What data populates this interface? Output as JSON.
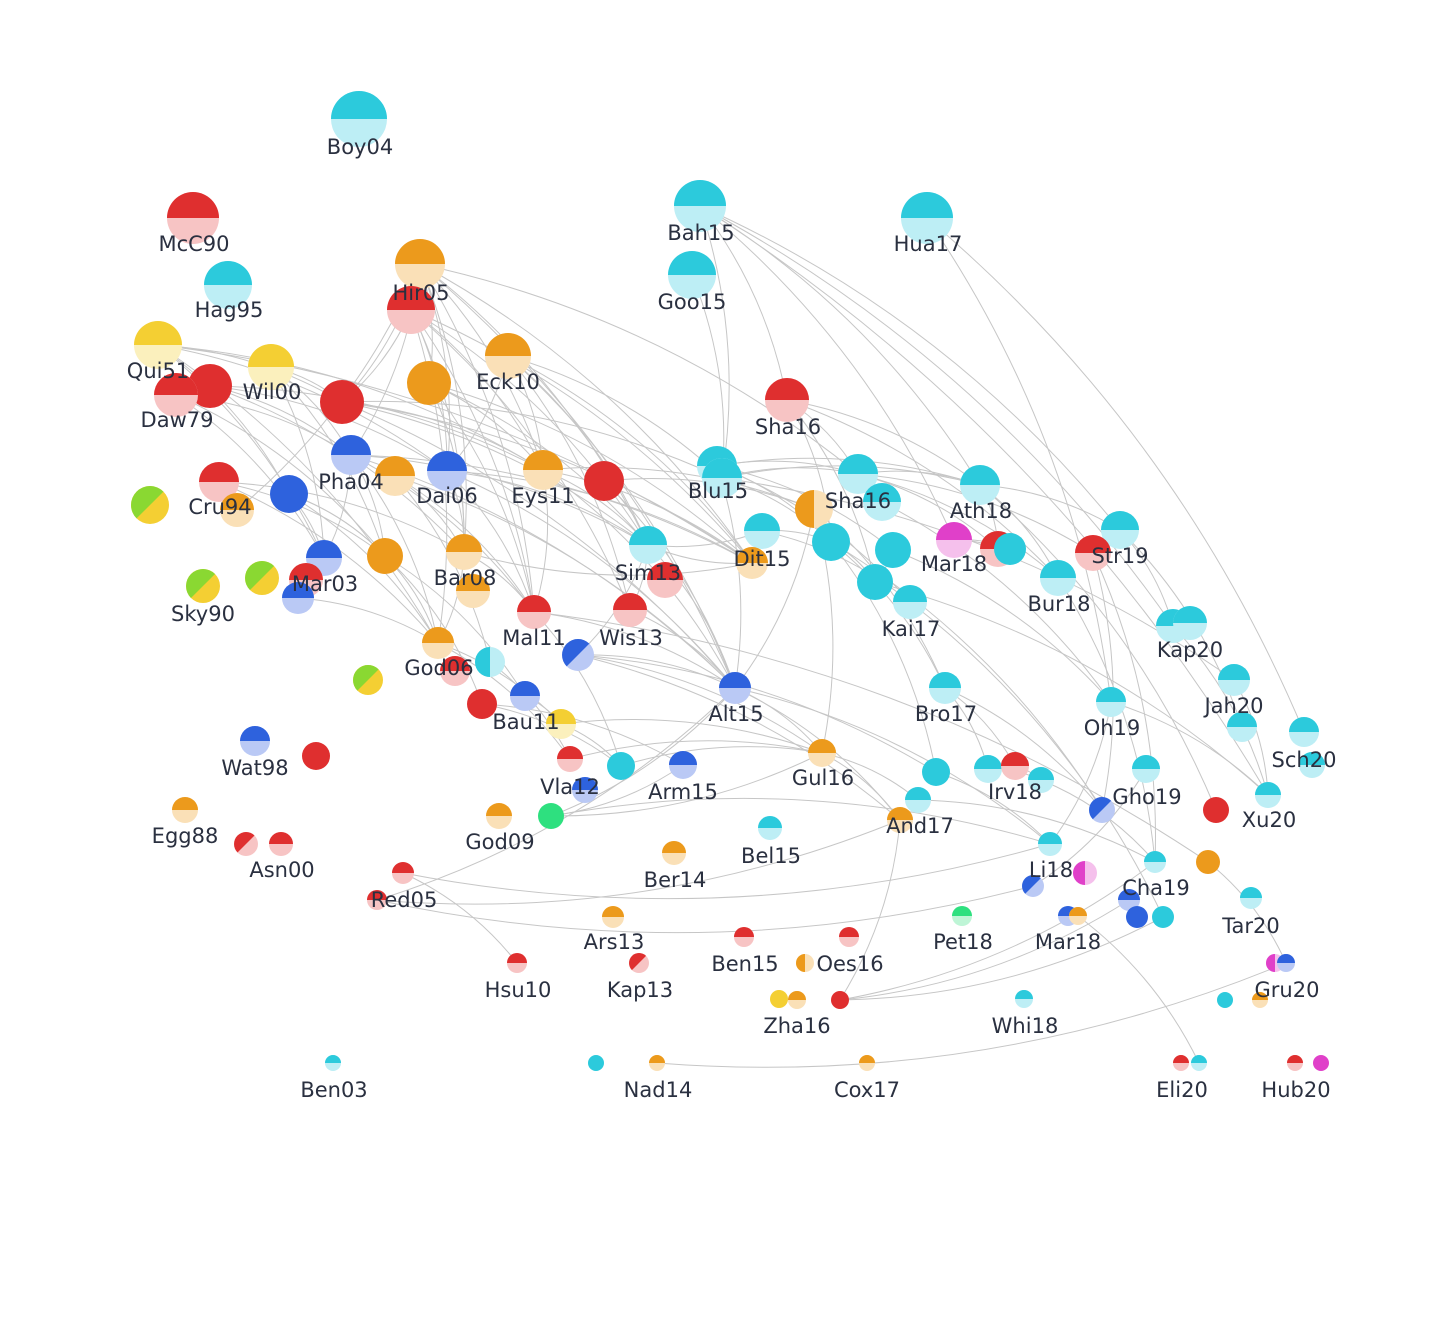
{
  "colors": {
    "cyan": "#2ccadc",
    "red": "#df2f2f",
    "orange": "#ec9a1c",
    "blue": "#2e62dd",
    "yellow": "#f4cf33",
    "green": "#2ee07f",
    "lime": "#8ad832",
    "magenta": "#e040c9",
    "edge": "#c6c6c6",
    "label": "#2a3040"
  },
  "labels": [
    "Boy04",
    "McC90",
    "Hag95",
    "Hir05",
    "Qui51",
    "Wil00",
    "Daw79",
    "Eck10",
    "Bah15",
    "Goo15",
    "Hua17",
    "Sha16",
    "Blu15",
    "Sha16",
    "Ath18",
    "Str19",
    "Pha04",
    "Dai06",
    "Eys11",
    "Cru94",
    "Dit15",
    "Mar18",
    "Bur18",
    "Mar03",
    "Bar08",
    "Sim13",
    "Kai17",
    "Sky90",
    "Kap20",
    "Mal11",
    "Wis13",
    "God06",
    "Jah20",
    "Alt15",
    "Bro17",
    "Oh19",
    "Bau11",
    "Sch20",
    "Wat98",
    "Vla12",
    "Arm15",
    "Gul16",
    "Irv18",
    "Gho19",
    "Egg88",
    "God09",
    "And17",
    "Xu20",
    "Asn00",
    "Bel15",
    "Li18",
    "Ber14",
    "Cha19",
    "Red05",
    "Tar20",
    "Ars13",
    "Pet18",
    "Mar18",
    "Ben15",
    "Oes16",
    "Hsu10",
    "Kap13",
    "Gru20",
    "Zha16",
    "Whi18",
    "Ben03",
    "Nad14",
    "Cox17",
    "Eli20",
    "Hub20"
  ]
}
